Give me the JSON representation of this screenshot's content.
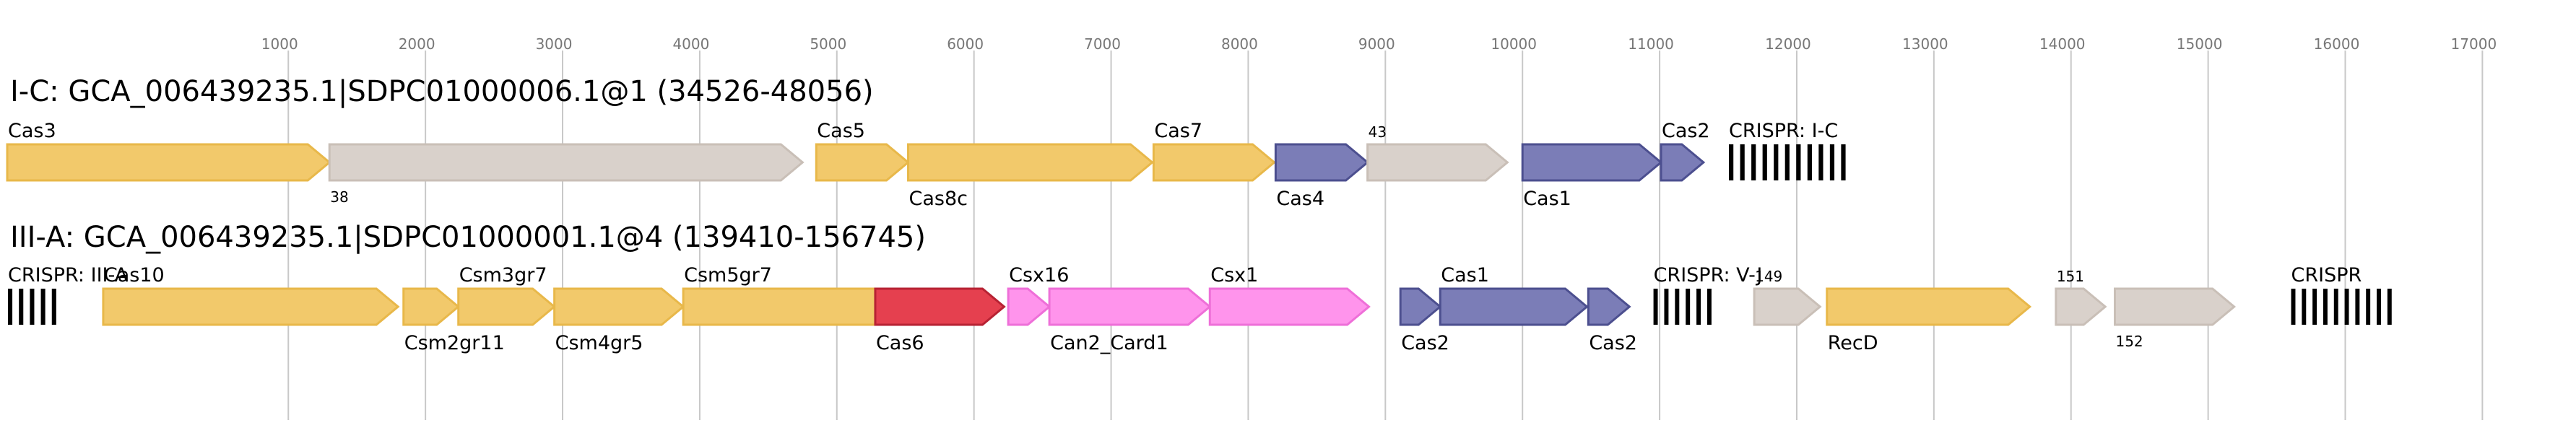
{
  "axis": {
    "ticks": [
      1000,
      2000,
      3000,
      4000,
      5000,
      6000,
      7000,
      8000,
      9000,
      10000,
      11000,
      12000,
      13000,
      14000,
      15000,
      16000,
      17000
    ],
    "tick_labels": [
      "1000",
      "2000",
      "3000",
      "4000",
      "5000",
      "6000",
      "7000",
      "8000",
      "9000",
      "10000",
      "11000",
      "12000",
      "13000",
      "14000",
      "15000",
      "16000",
      "17000"
    ],
    "range": [
      -1050,
      17630
    ]
  },
  "colors": {
    "cas_yellow": "#f2c96b",
    "cas_yellow_edge": "#e8b84a",
    "grey": "#d9d1cb",
    "grey_edge": "#c9bfb7",
    "blue": "#7b7db7",
    "blue_edge": "#4c4f8f",
    "red": "#e5404f",
    "red_edge": "#b72233",
    "pink": "#ff94ec",
    "pink_edge": "#ee6fd8",
    "crispr": "#000000"
  },
  "tracks": [
    {
      "title": "I-C: GCA_006439235.1|SDPC01000006.1@1 (34526-48056)",
      "genes": [
        {
          "label": "Cas3",
          "start": -1050,
          "end": 1300,
          "color": "yellow",
          "label_pos": "above",
          "label_size": "normal"
        },
        {
          "label": "38",
          "start": 1300,
          "end": 4750,
          "color": "grey",
          "label_pos": "below",
          "label_size": "small"
        },
        {
          "label": "Cas5",
          "start": 4850,
          "end": 5520,
          "color": "yellow",
          "label_pos": "above",
          "label_size": "normal"
        },
        {
          "label": "Cas8c",
          "start": 5520,
          "end": 7300,
          "color": "yellow",
          "label_pos": "below",
          "label_size": "normal"
        },
        {
          "label": "Cas7",
          "start": 7310,
          "end": 8190,
          "color": "yellow",
          "label_pos": "above",
          "label_size": "normal"
        },
        {
          "label": "Cas4",
          "start": 8200,
          "end": 8870,
          "color": "blue",
          "label_pos": "below",
          "label_size": "normal"
        },
        {
          "label": "43",
          "start": 8870,
          "end": 9890,
          "color": "grey",
          "label_pos": "above",
          "label_size": "small"
        },
        {
          "label": "Cas1",
          "start": 10000,
          "end": 11010,
          "color": "blue",
          "label_pos": "below",
          "label_size": "normal"
        },
        {
          "label": "Cas2",
          "start": 11010,
          "end": 11320,
          "color": "blue",
          "label_pos": "above",
          "label_size": "normal"
        }
      ],
      "crisprs": [
        {
          "label": "CRISPR: I-C",
          "start": 11500,
          "end": 12400
        }
      ]
    },
    {
      "title": "III-A: GCA_006439235.1|SDPC01000001.1@4 (139410-156745)",
      "genes": [
        {
          "label": "Cas10",
          "start": -350,
          "end": 1800,
          "color": "yellow",
          "label_pos": "above",
          "label_size": "normal"
        },
        {
          "label": "Csm2gr11",
          "start": 1840,
          "end": 2240,
          "color": "yellow",
          "label_pos": "below",
          "label_size": "normal"
        },
        {
          "label": "Csm3gr7",
          "start": 2240,
          "end": 2940,
          "color": "yellow",
          "label_pos": "above",
          "label_size": "normal"
        },
        {
          "label": "Csm4gr5",
          "start": 2940,
          "end": 3880,
          "color": "yellow",
          "label_pos": "below",
          "label_size": "normal"
        },
        {
          "label": "Csm5gr7",
          "start": 3880,
          "end": 5450,
          "color": "yellow",
          "label_pos": "above",
          "label_size": "normal"
        },
        {
          "label": "Cas6",
          "start": 5280,
          "end": 6220,
          "color": "red",
          "label_pos": "below",
          "label_size": "normal"
        },
        {
          "label": "Csx16",
          "start": 6250,
          "end": 6550,
          "color": "pink",
          "label_pos": "above",
          "label_size": "normal"
        },
        {
          "label": "Can2_Card1",
          "start": 6550,
          "end": 7720,
          "color": "pink",
          "label_pos": "below",
          "label_size": "normal"
        },
        {
          "label": "Csx1",
          "start": 7720,
          "end": 8880,
          "color": "pink",
          "label_pos": "above",
          "label_size": "normal"
        },
        {
          "label": "Cas2",
          "start": 9110,
          "end": 9400,
          "color": "blue",
          "label_pos": "below",
          "label_size": "normal"
        },
        {
          "label": "Cas1",
          "start": 9400,
          "end": 10470,
          "color": "blue",
          "label_pos": "above",
          "label_size": "normal"
        },
        {
          "label": "Cas2",
          "start": 10480,
          "end": 10780,
          "color": "blue",
          "label_pos": "below",
          "label_size": "normal"
        },
        {
          "label": "149",
          "start": 11690,
          "end": 12170,
          "color": "grey",
          "label_pos": "above",
          "label_size": "small"
        },
        {
          "label": "RecD",
          "start": 12220,
          "end": 13700,
          "color": "yellow",
          "label_pos": "below",
          "label_size": "normal"
        },
        {
          "label": "151",
          "start": 13890,
          "end": 14250,
          "color": "grey",
          "label_pos": "above",
          "label_size": "small"
        },
        {
          "label": "152",
          "start": 14320,
          "end": 15190,
          "color": "grey",
          "label_pos": "below",
          "label_size": "small"
        }
      ],
      "crisprs": [
        {
          "label": "CRISPR: III-A",
          "start": -1050,
          "end": -650
        },
        {
          "label": "CRISPR: V-J",
          "start": 10950,
          "end": 11420
        },
        {
          "label": "CRISPR",
          "start": 15600,
          "end": 16380
        }
      ]
    }
  ]
}
